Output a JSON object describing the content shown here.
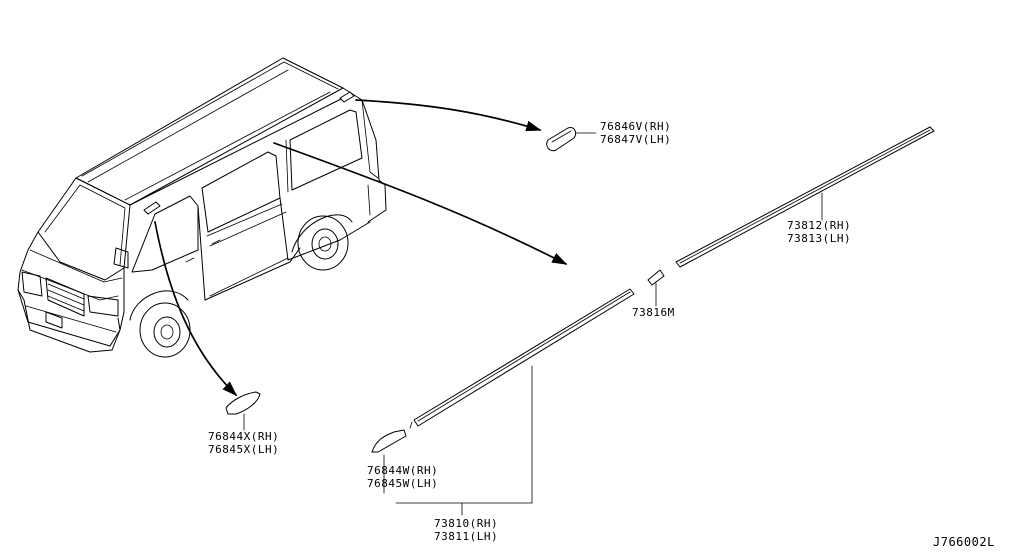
{
  "colors": {
    "line": "#000000",
    "background": "#ffffff"
  },
  "labels": {
    "part_76846V": "76846V(RH)",
    "part_76847V": "76847V(LH)",
    "part_73812": "73812(RH)",
    "part_73813": "73813(LH)",
    "part_73816M": "73816M",
    "part_76844X": "76844X(RH)",
    "part_76845X": "76845X(LH)",
    "part_76844W": "76844W(RH)",
    "part_76845W": "76845W(LH)",
    "part_73810": "73810(RH)",
    "part_73811": "73811(LH)",
    "diagram_code": "J766002L"
  }
}
